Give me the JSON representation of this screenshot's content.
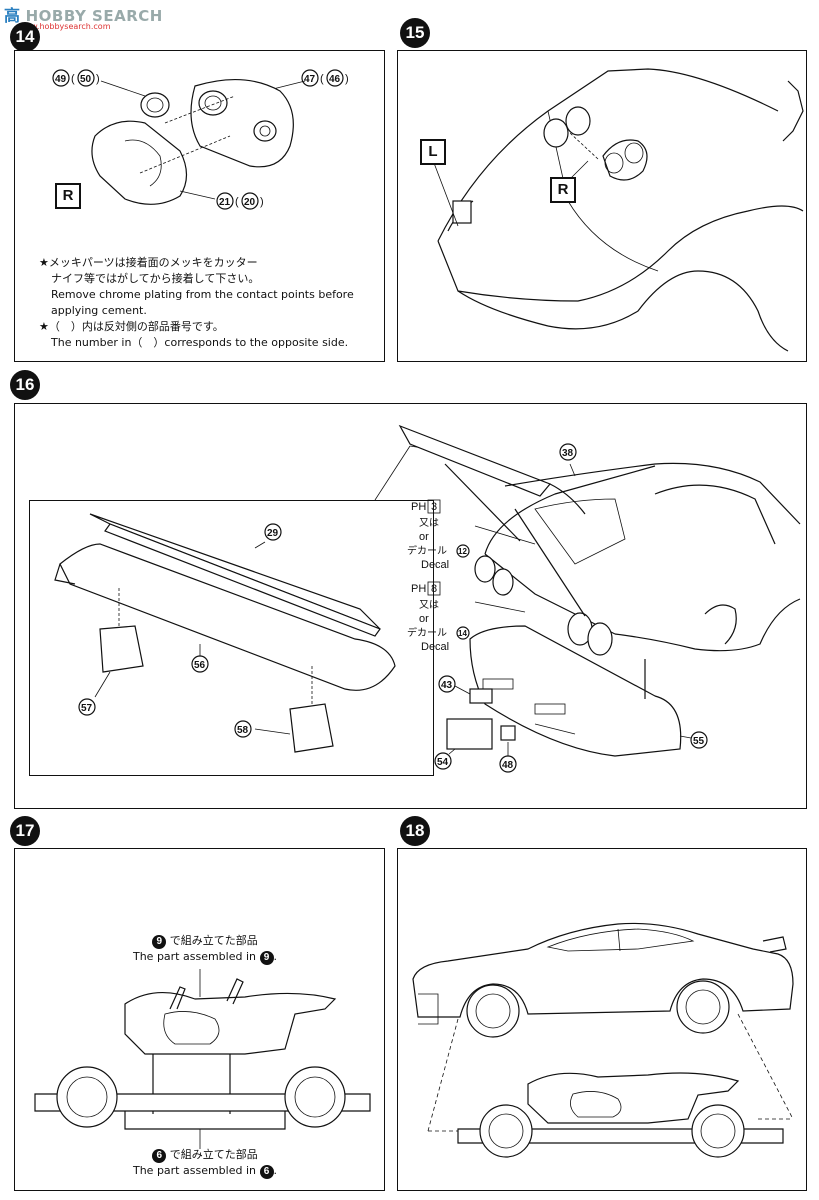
{
  "watermark": {
    "logo_chars": "高",
    "brand": "HOBBY SEARCH",
    "url": "www.hobbysearch.com"
  },
  "step14": {
    "number": "14",
    "parts": {
      "p49": "49",
      "p50": "50",
      "p47": "47",
      "p46": "46",
      "p21": "21",
      "p20": "20"
    },
    "side_label": "R",
    "note_line1_jp": "★メッキパーツは接着面のメッキをカッター",
    "note_line2_jp": "ナイフ等ではがしてから接着して下さい。",
    "note_line3_en": "Remove chrome plating from the contact points before",
    "note_line4_en": "applying cement.",
    "note_line5_jp": "★（　）内は反対側の部品番号です。",
    "note_line6_en": "The number in（　）corresponds to the opposite side."
  },
  "step15": {
    "number": "15",
    "left_label": "L",
    "right_label": "R"
  },
  "step16": {
    "number": "16",
    "parts": {
      "p29": "29",
      "p56": "56",
      "p57": "57",
      "p58": "58",
      "p38": "38",
      "p43": "43",
      "p54": "54",
      "p48": "48",
      "p55": "55"
    },
    "callout_a": {
      "ph": "PH",
      "ph_num": "3",
      "or_jp": "又は",
      "or_en": "or",
      "decal_jp": "デカール",
      "decal_num": "12",
      "decal_en": "Decal"
    },
    "callout_b": {
      "ph": "PH",
      "ph_num": "8",
      "or_jp": "又は",
      "or_en": "or",
      "decal_jp": "デカール",
      "decal_num": "14",
      "decal_en": "Decal"
    }
  },
  "step17": {
    "number": "17",
    "top_caption_num": "9",
    "top_caption_jp": "で組み立てた部品",
    "top_caption_en": "The part assembled in",
    "bottom_caption_num": "6",
    "bottom_caption_jp": "で組み立てた部品",
    "bottom_caption_en": "The part assembled in"
  },
  "step18": {
    "number": "18"
  }
}
